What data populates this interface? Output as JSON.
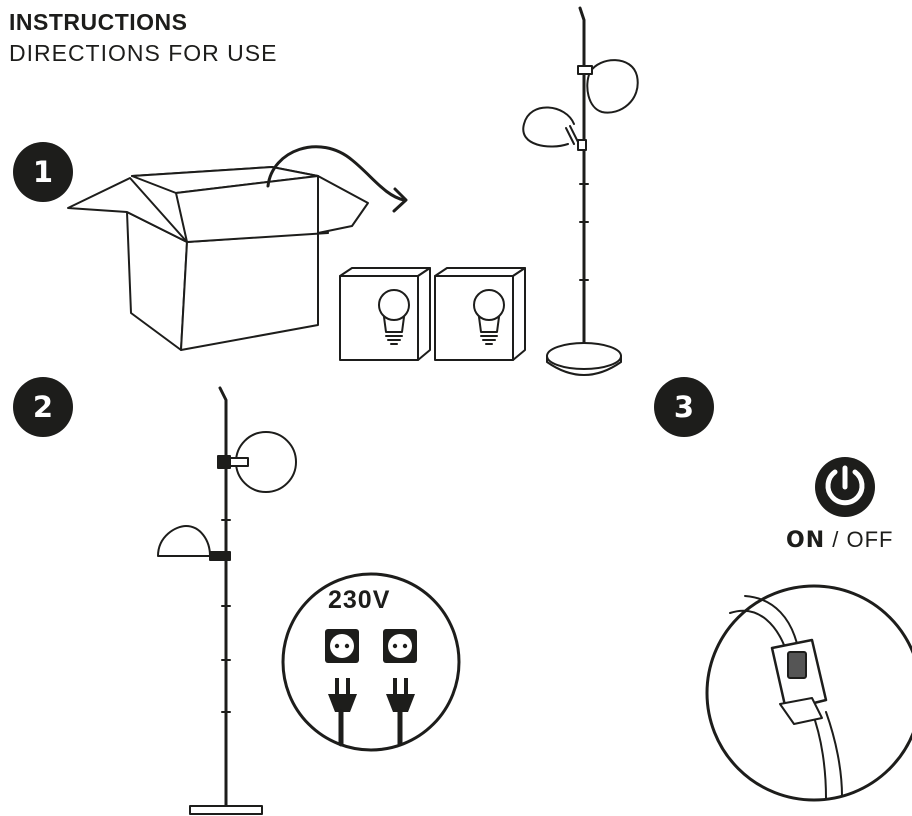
{
  "header": {
    "title": "INSTRUCTIONS",
    "subtitle": "DIRECTIONS FOR USE"
  },
  "steps": [
    {
      "number": "1",
      "icon": "unbox-icon"
    },
    {
      "number": "2",
      "icon": "assemble-lamp-icon"
    },
    {
      "number": "3",
      "icon": "switch-icon"
    }
  ],
  "step2": {
    "voltage": "230V",
    "icons": [
      "socket-icon",
      "plug-icon"
    ]
  },
  "step3": {
    "on_label": "ON",
    "separator": " / ",
    "off_label": "OFF",
    "icon": "power-icon"
  },
  "colors": {
    "ink": "#1d1d1b",
    "background": "#ffffff"
  }
}
